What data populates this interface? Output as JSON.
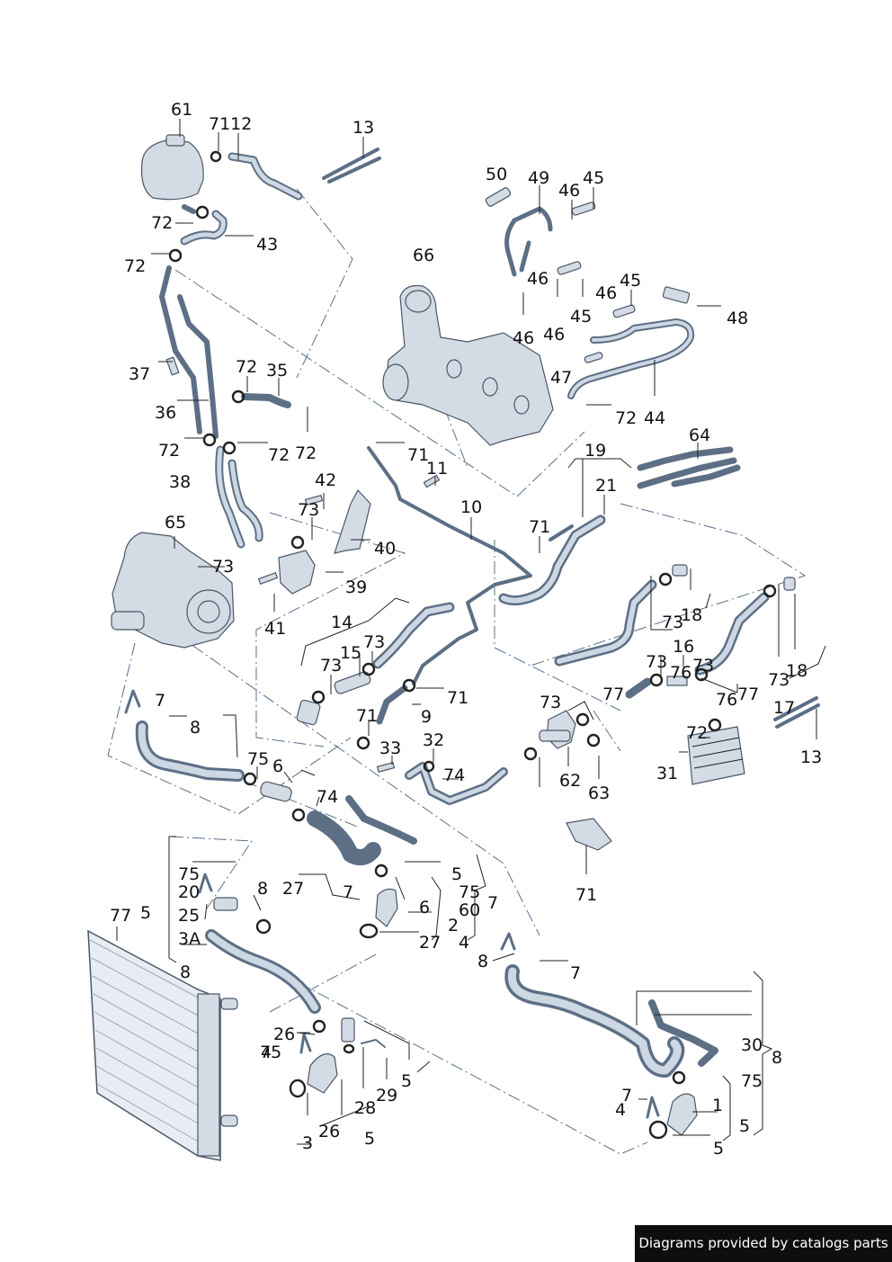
{
  "credit_text": "Diagrams provided by catalogs parts",
  "callouts": [
    "61",
    "7112",
    "13",
    "50",
    "49",
    "46",
    "45",
    "66",
    "46",
    "46",
    "45",
    "46",
    "45",
    "48",
    "72",
    "43",
    "72",
    "37",
    "36",
    "72",
    "35",
    "46",
    "47",
    "72",
    "44",
    "72",
    "72",
    "72",
    "71",
    "11",
    "19",
    "64",
    "38",
    "42",
    "73",
    "10",
    "21",
    "65",
    "40",
    "71",
    "73",
    "39",
    "41",
    "73",
    "18",
    "14",
    "73",
    "15",
    "73",
    "16",
    "73",
    "76",
    "73",
    "18",
    "73",
    "71",
    "7",
    "8",
    "71",
    "9",
    "33",
    "32",
    "73",
    "76",
    "77",
    "77",
    "72",
    "17",
    "13",
    "75",
    "6",
    "62",
    "74",
    "31",
    "63",
    "74",
    "75",
    "8",
    "27",
    "5",
    "71",
    "20",
    "7",
    "75",
    "6",
    "5",
    "25",
    "77",
    "60",
    "7",
    "2",
    "3A",
    "27",
    "4",
    "8",
    "7",
    "8",
    "26",
    "75",
    "5",
    "28",
    "29",
    "30",
    "7",
    "75",
    "8",
    "1",
    "5",
    "4",
    "5",
    "26",
    "5",
    "3",
    "4"
  ],
  "label_color": "#111111",
  "hose_color": "#5d6f85",
  "part_fill": "#d3dbe4",
  "dash_color": "#5a6f8a"
}
